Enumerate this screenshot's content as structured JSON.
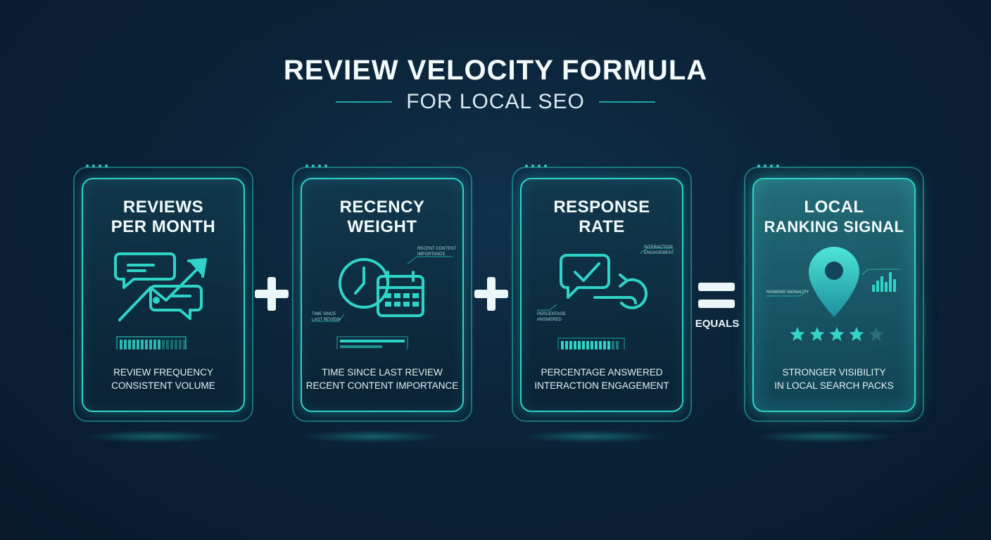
{
  "header": {
    "title": "REVIEW VELOCITY FORMULA",
    "subtitle": "FOR LOCAL SEO"
  },
  "cards": [
    {
      "title_line1": "REVIEWS",
      "title_line2": "PER MONTH",
      "icon": "chat-bubbles-trend-arrow-icon",
      "desc_line1": "REVIEW FREQUENCY",
      "desc_line2": "CONSISTENT VOLUME"
    },
    {
      "title_line1": "RECENCY",
      "title_line2": "WEIGHT",
      "icon": "clock-calendar-icon",
      "annotation_top_1": "RECENT CONTENT",
      "annotation_top_2": "IMPORTANCE",
      "annotation_bottom_1": "TIME SINCE",
      "annotation_bottom_2": "LAST REVIEW",
      "desc_line1": "TIME SINCE LAST REVIEW",
      "desc_line2": "RECENT CONTENT IMPORTANCE"
    },
    {
      "title_line1": "RESPONSE",
      "title_line2": "RATE",
      "icon": "chat-check-reply-icon",
      "annotation_top_1": "INTERACTION",
      "annotation_top_2": "ENGAGEMENT",
      "annotation_bottom_1": "PERCENTAGE",
      "annotation_bottom_2": "ANSWERED",
      "desc_line1": "PERCENTAGE ANSWERED",
      "desc_line2": "INTERACTION ENGAGEMENT"
    },
    {
      "title_line1": "LOCAL",
      "title_line2": "RANKING SIGNAL",
      "icon": "map-pin-icon",
      "annotation_left": "RANKING SIGNALITY",
      "rating": 4,
      "rating_max": 5,
      "desc_line1": "STRONGER VISIBILITY",
      "desc_line2": "IN LOCAL SEARCH PACKS"
    }
  ],
  "operators": {
    "equals_label": "EQUALS"
  },
  "colors": {
    "accent": "#2fd3c8",
    "background": "#0b2338",
    "text": "#f2fbfd"
  }
}
